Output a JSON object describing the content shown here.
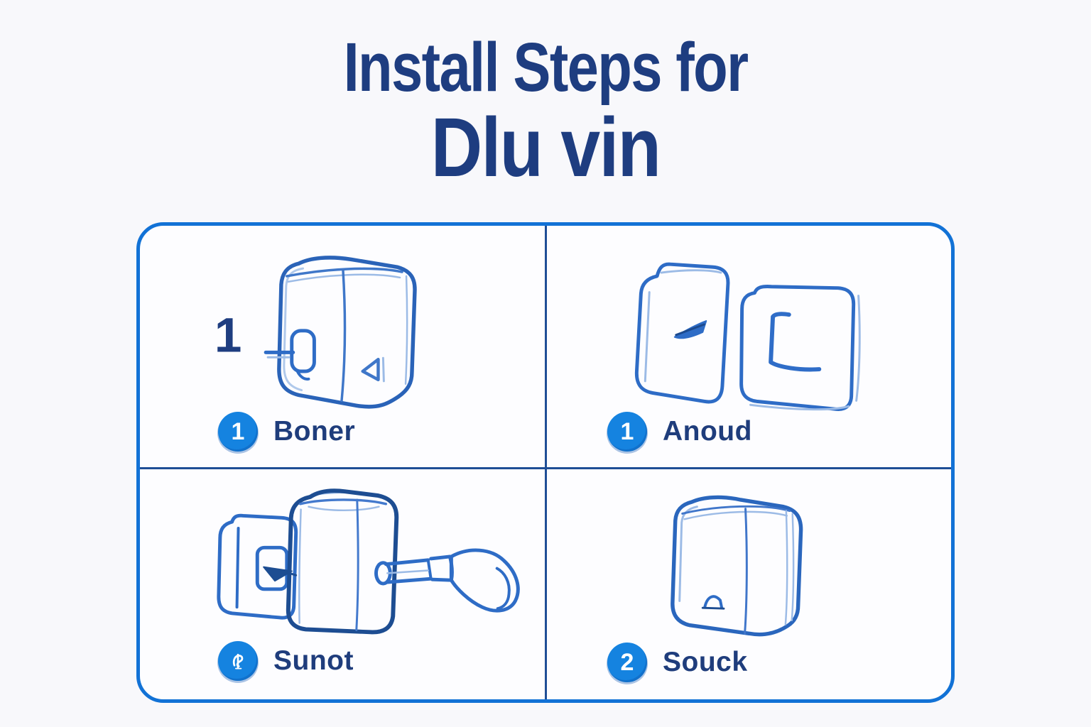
{
  "title": {
    "line1": "Install Steps for",
    "line2": "Dlu vin"
  },
  "steps": [
    {
      "label": "Boner",
      "badge": "1",
      "annotation": "1",
      "illustration": "cube-device-with-key-sketch"
    },
    {
      "label": "Anoud",
      "badge": "1",
      "illustration": "two-wall-plates-sketch"
    },
    {
      "label": "Sunot",
      "badge_icon": "illegible-scribble-glyph",
      "illustration": "device-plate-and-screwdriver-sketch"
    },
    {
      "label": "Souck",
      "badge": "2",
      "illustration": "cube-device-sketch"
    }
  ],
  "colors": {
    "background": "#f8f8fb",
    "title_text": "#1e3d80",
    "card_border": "#1272d6",
    "divider": "#1f4e96",
    "badge_fill": "#1583e0",
    "badge_text": "#ffffff",
    "label_text": "#1f3d7c",
    "sketch_stroke": "#2e6cc6",
    "sketch_dark": "#1d4d92",
    "sketch_light": "#9cbbe6"
  }
}
